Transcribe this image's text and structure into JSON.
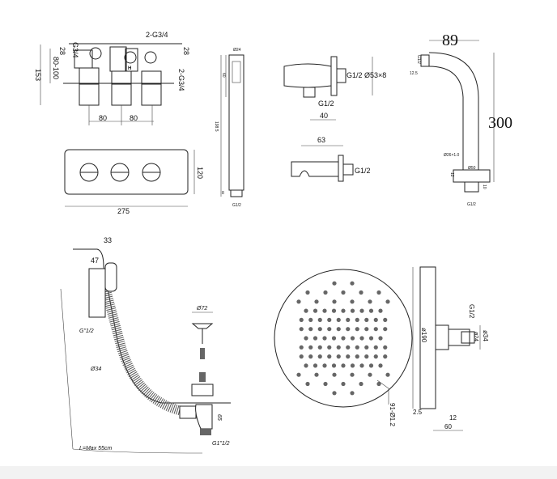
{
  "valve": {
    "g34": "G3/4",
    "g34_2": "2-G3/4",
    "g34_2_side": "2-G3/4",
    "d28_left": "28",
    "d28_right": "28",
    "d80_100": "80-100",
    "d153": "153",
    "d80_a": "80",
    "d80_b": "80",
    "hot": "H"
  },
  "plate": {
    "width": "275",
    "height": "120"
  },
  "hand_shower": {
    "dia": "Ø24",
    "head": "60",
    "length": "198.5",
    "bottom": "8",
    "thread": "G1/2"
  },
  "wall_outlet": {
    "thread_right": "G1/2",
    "flange": "Ø53×8",
    "thread_bottom": "G1/2",
    "depth": "40"
  },
  "holder": {
    "depth": "63",
    "thread": "G1/2"
  },
  "arm": {
    "reach": "89",
    "height": "300",
    "side": "G1/2",
    "d1": "12.5",
    "tube": "Ø26×1.0",
    "base": "Ø50",
    "base_h": "12",
    "bottom": "G1/2",
    "bh": "10"
  },
  "bath_waste": {
    "d33": "33",
    "d47": "47",
    "g12": "G\"1/2",
    "d34": "Ø34",
    "d72": "Ø72",
    "length": "L=Max 55cm",
    "g112": "G1\"1/2",
    "d65": "65"
  },
  "shower_head": {
    "holes": "91-Ø1.2",
    "dia": "ø190",
    "thread": "G1/2",
    "d24": "ø24",
    "d34": "ø34",
    "d25": "2.5",
    "d12": "12",
    "d60": "60",
    "rows": [
      2,
      5,
      6,
      9,
      10,
      10,
      9,
      10,
      10,
      9,
      6,
      5,
      2
    ]
  }
}
